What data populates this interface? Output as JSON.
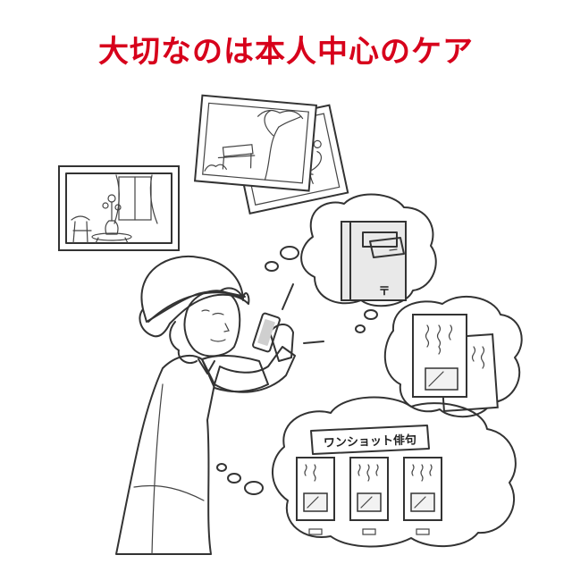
{
  "title": {
    "text": "大切なのは本人中心のケア",
    "color": "#d7001b"
  },
  "haiku_sign": {
    "text": "ワンショット俳句"
  },
  "postbox_mark": {
    "text": "〒"
  },
  "colors": {
    "vest": "#e7c9d2",
    "hat": "#ebebeb",
    "line": "#333333"
  },
  "illustration": {
    "subject": "elderly woman with smartphone",
    "icons": [
      "photo-frame-icon",
      "postbox-icon",
      "haiku-card-icon",
      "thought-bubble-icon",
      "smartphone-icon"
    ]
  }
}
